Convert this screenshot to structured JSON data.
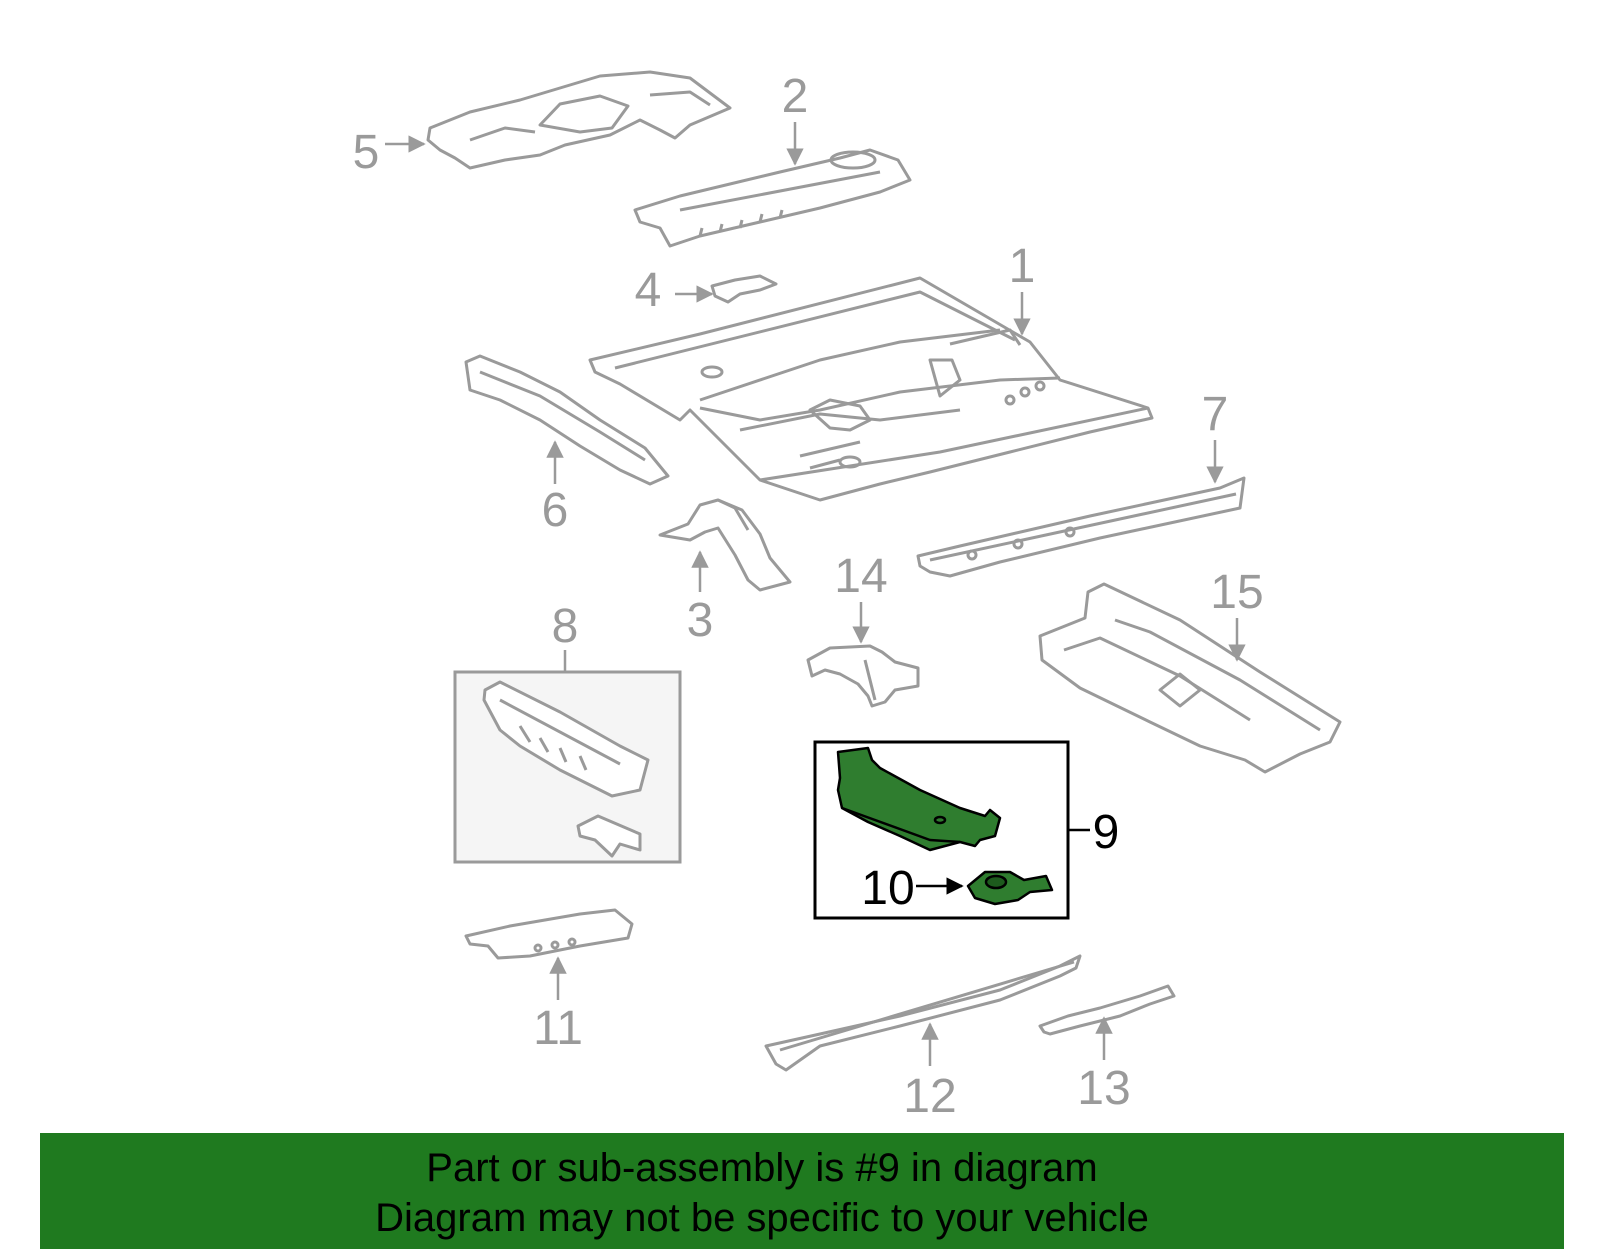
{
  "diagram": {
    "callouts": [
      {
        "id": "1",
        "label": "1"
      },
      {
        "id": "2",
        "label": "2"
      },
      {
        "id": "3",
        "label": "3"
      },
      {
        "id": "4",
        "label": "4"
      },
      {
        "id": "5",
        "label": "5"
      },
      {
        "id": "6",
        "label": "6"
      },
      {
        "id": "7",
        "label": "7"
      },
      {
        "id": "8",
        "label": "8"
      },
      {
        "id": "9",
        "label": "9"
      },
      {
        "id": "10",
        "label": "10"
      },
      {
        "id": "11",
        "label": "11"
      },
      {
        "id": "12",
        "label": "12"
      },
      {
        "id": "13",
        "label": "13"
      },
      {
        "id": "14",
        "label": "14"
      },
      {
        "id": "15",
        "label": "15"
      }
    ],
    "highlighted_part": "9"
  },
  "colors": {
    "part_stroke": "#9a9a9a",
    "highlight_fill": "#2f7d2f",
    "highlight_stroke": "#000000",
    "banner_bg": "#1f7a1f",
    "inset_bg": "#f5f5f5"
  },
  "banner": {
    "line1": "Part or sub-assembly is #9 in diagram",
    "line2": "Diagram may not be specific to your vehicle"
  }
}
